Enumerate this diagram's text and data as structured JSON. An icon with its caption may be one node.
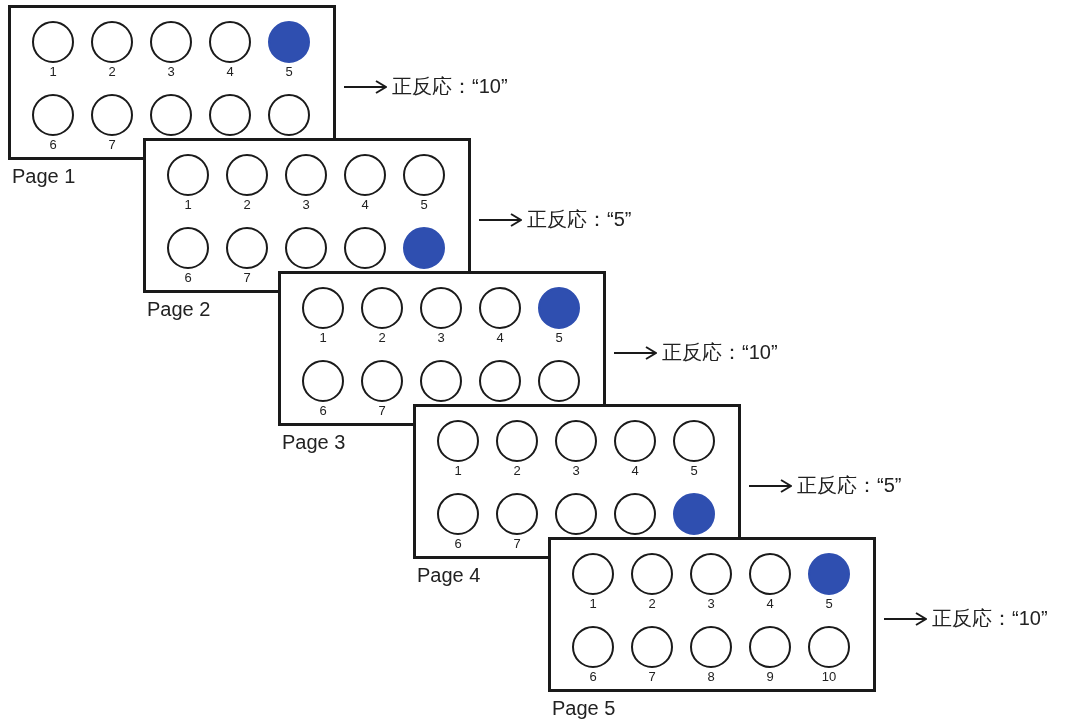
{
  "diagram": {
    "nodes": [
      {
        "text": [
          "Page 1"
        ]
      },
      {
        "text": [],
        "shape": "circle",
        "in": 0,
        "beside": [
          "1"
        ]
      },
      {
        "text": [],
        "shape": "circle",
        "in": 0,
        "beside": [
          "2"
        ]
      },
      {
        "text": [],
        "shape": "circle",
        "in": 0,
        "beside": [
          "3"
        ]
      },
      {
        "text": [],
        "shape": "circle",
        "in": 0,
        "beside": [
          "4"
        ]
      },
      {
        "text": [],
        "shape": "dot",
        "in": 0,
        "beside": [
          "5"
        ]
      },
      {
        "text": [],
        "shape": "circle",
        "in": 0,
        "beside": [
          "6"
        ]
      },
      {
        "text": [],
        "shape": "circle",
        "in": 0,
        "beside": [
          "7"
        ]
      },
      {
        "text": [],
        "shape": "circle",
        "in": 0
      },
      {
        "text": [],
        "shape": "circle",
        "in": 0
      },
      {
        "text": [],
        "shape": "circle",
        "in": 0
      },
      {
        "text": [
          "正反応：“10”"
        ]
      },
      {
        "text": [
          "Page 2"
        ]
      },
      {
        "text": [],
        "shape": "circle",
        "in": 12,
        "beside": [
          "1"
        ]
      },
      {
        "text": [],
        "shape": "circle",
        "in": 12,
        "beside": [
          "2"
        ]
      },
      {
        "text": [],
        "shape": "circle",
        "in": 12,
        "beside": [
          "3"
        ]
      },
      {
        "text": [],
        "shape": "circle",
        "in": 12,
        "beside": [
          "4"
        ]
      },
      {
        "text": [],
        "shape": "circle",
        "in": 12,
        "beside": [
          "5"
        ]
      },
      {
        "text": [],
        "shape": "circle",
        "in": 12,
        "beside": [
          "6"
        ]
      },
      {
        "text": [],
        "shape": "circle",
        "in": 12,
        "beside": [
          "7"
        ]
      },
      {
        "text": [],
        "shape": "circle",
        "in": 12
      },
      {
        "text": [],
        "shape": "circle",
        "in": 12
      },
      {
        "text": [],
        "shape": "dot",
        "in": 12
      },
      {
        "text": [
          "正反応：“5”"
        ]
      },
      {
        "text": [
          "Page 3"
        ]
      },
      {
        "text": [],
        "shape": "circle",
        "in": 24,
        "beside": [
          "1"
        ]
      },
      {
        "text": [],
        "shape": "circle",
        "in": 24,
        "beside": [
          "2"
        ]
      },
      {
        "text": [],
        "shape": "circle",
        "in": 24,
        "beside": [
          "3"
        ]
      },
      {
        "text": [],
        "shape": "circle",
        "in": 24,
        "beside": [
          "4"
        ]
      },
      {
        "text": [],
        "shape": "dot",
        "in": 24,
        "beside": [
          "5"
        ]
      },
      {
        "text": [],
        "shape": "circle",
        "in": 24,
        "beside": [
          "6"
        ]
      },
      {
        "text": [],
        "shape": "circle",
        "in": 24,
        "beside": [
          "7"
        ]
      },
      {
        "text": [],
        "shape": "circle",
        "in": 24
      },
      {
        "text": [],
        "shape": "circle",
        "in": 24
      },
      {
        "text": [],
        "shape": "circle",
        "in": 24
      },
      {
        "text": [
          "正反応：“10”"
        ]
      },
      {
        "text": [
          "Page 4"
        ]
      },
      {
        "text": [],
        "shape": "circle",
        "in": 36,
        "beside": [
          "1"
        ]
      },
      {
        "text": [],
        "shape": "circle",
        "in": 36,
        "beside": [
          "2"
        ]
      },
      {
        "text": [],
        "shape": "circle",
        "in": 36,
        "beside": [
          "3"
        ]
      },
      {
        "text": [],
        "shape": "circle",
        "in": 36,
        "beside": [
          "4"
        ]
      },
      {
        "text": [],
        "shape": "circle",
        "in": 36,
        "beside": [
          "5"
        ]
      },
      {
        "text": [],
        "shape": "circle",
        "in": 36,
        "beside": [
          "6"
        ]
      },
      {
        "text": [],
        "shape": "circle",
        "in": 36,
        "beside": [
          "7"
        ]
      },
      {
        "text": [],
        "shape": "circle",
        "in": 36
      },
      {
        "text": [],
        "shape": "circle",
        "in": 36
      },
      {
        "text": [],
        "shape": "dot",
        "in": 36
      },
      {
        "text": [
          "正反応：“5”"
        ]
      },
      {
        "text": [
          "Page 5"
        ]
      },
      {
        "text": [],
        "shape": "circle",
        "in": 48,
        "beside": [
          "1"
        ]
      },
      {
        "text": [],
        "shape": "circle",
        "in": 48,
        "beside": [
          "2"
        ]
      },
      {
        "text": [],
        "shape": "circle",
        "in": 48,
        "beside": [
          "3"
        ]
      },
      {
        "text": [],
        "shape": "circle",
        "in": 48,
        "beside": [
          "4"
        ]
      },
      {
        "text": [],
        "shape": "dot",
        "in": 48,
        "beside": [
          "5"
        ]
      },
      {
        "text": [],
        "shape": "circle",
        "in": 48,
        "beside": [
          "6"
        ]
      },
      {
        "text": [],
        "shape": "circle",
        "in": 48,
        "beside": [
          "7"
        ]
      },
      {
        "text": [],
        "shape": "circle",
        "in": 48,
        "beside": [
          "8"
        ]
      },
      {
        "text": [],
        "shape": "circle",
        "in": 48,
        "beside": [
          "9"
        ]
      },
      {
        "text": [],
        "shape": "circle",
        "in": 48,
        "beside": [
          "10"
        ]
      },
      {
        "text": [
          "正反応：“10”"
        ]
      }
    ],
    "edges": [
      {
        "from": 0,
        "to": 11,
        "arrow": "to"
      },
      {
        "from": 12,
        "to": 23,
        "arrow": "to"
      },
      {
        "from": 24,
        "to": 35,
        "arrow": "to"
      },
      {
        "from": 36,
        "to": 47,
        "arrow": "to"
      },
      {
        "from": 48,
        "to": 59,
        "arrow": "to"
      }
    ]
  }
}
